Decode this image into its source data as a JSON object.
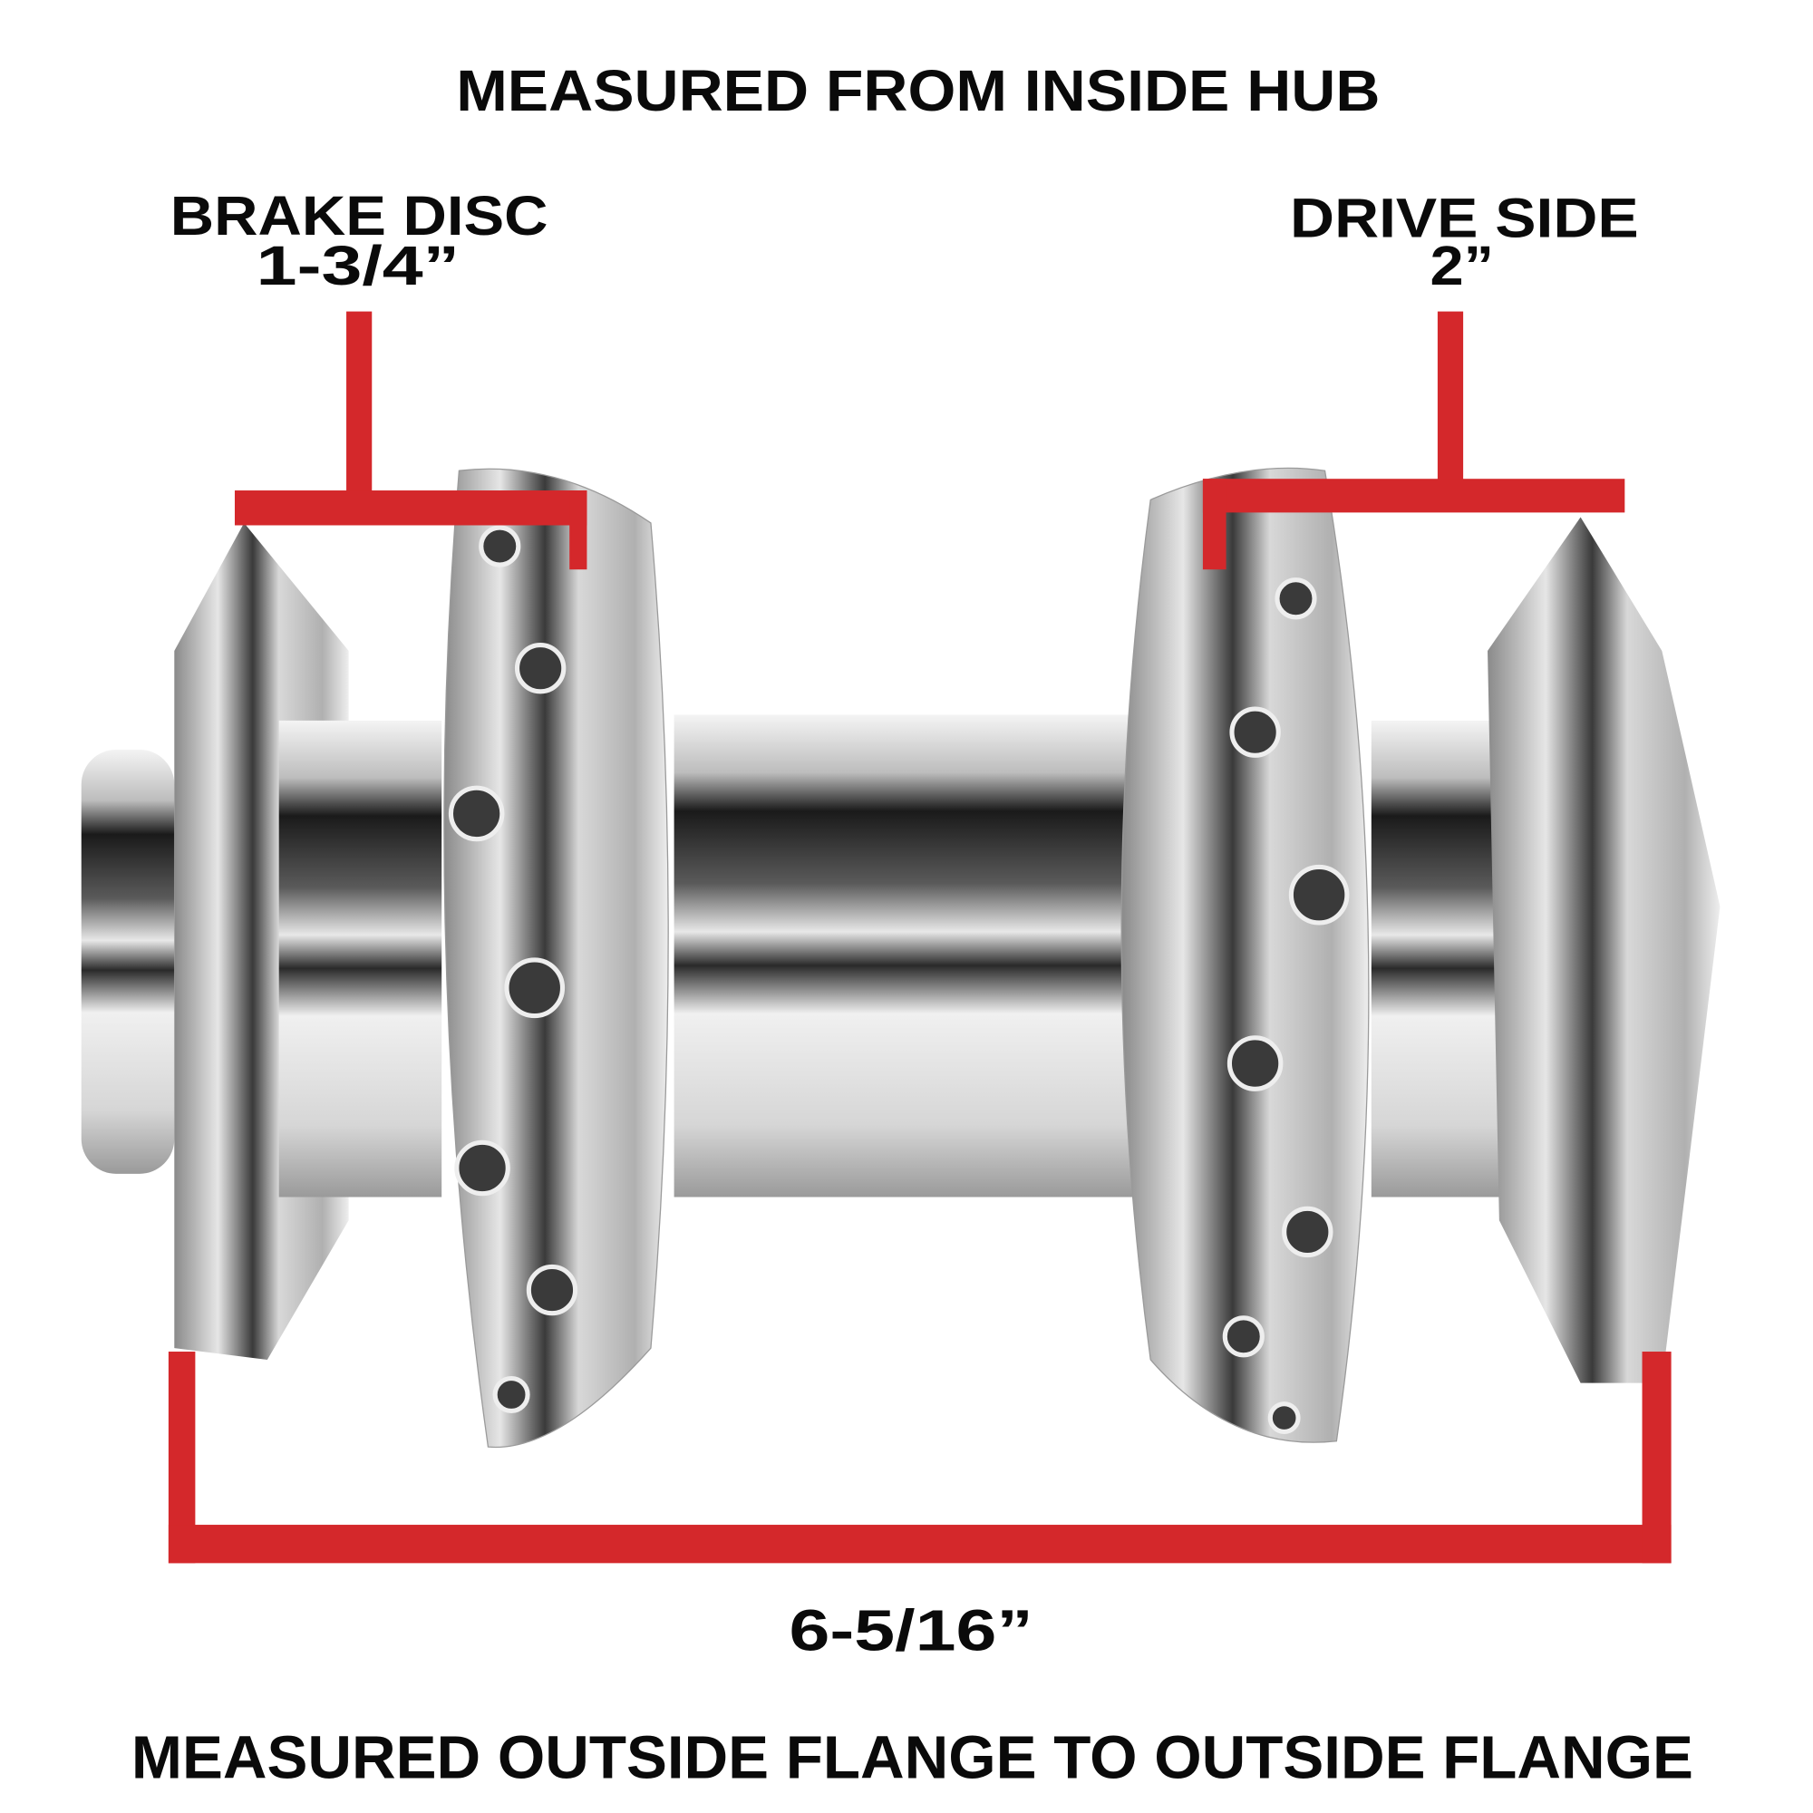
{
  "header": {
    "title": "MEASURED FROM INSIDE HUB"
  },
  "brake_side": {
    "label": "BRAKE DISC",
    "measurement": "1-3/4”"
  },
  "drive_side": {
    "label": "DRIVE SIDE",
    "measurement": "2”"
  },
  "overall": {
    "measurement": "6-5/16”"
  },
  "footer": {
    "caption": "MEASURED OUTSIDE FLANGE TO OUTSIDE FLANGE"
  },
  "colors": {
    "bracket": "#d4282b",
    "text": "#0a0a0a",
    "background": "#ffffff",
    "chrome": "#c8c8c8"
  },
  "image": {
    "subject": "chrome-wheel-hub"
  }
}
